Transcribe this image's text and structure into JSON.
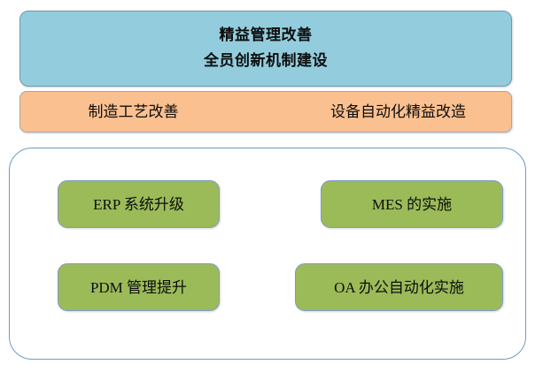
{
  "diagram": {
    "top_banner": {
      "color": "#93cddd",
      "lines": [
        {
          "text": "精益管理改善"
        },
        {
          "text": "全员创新机制建设"
        }
      ]
    },
    "second_banner": {
      "color": "#fac090",
      "items": [
        {
          "text": "制造工艺改善"
        },
        {
          "text": "设备自动化精益改造"
        }
      ]
    },
    "container": {
      "border_color": "#6f9ac1"
    },
    "projects": {
      "color": "#9bbb59",
      "items": [
        {
          "text": "ERP 系统升级"
        },
        {
          "text": "MES 的实施"
        },
        {
          "text": "PDM 管理提升"
        },
        {
          "text": "OA 办公自动化实施"
        }
      ]
    }
  }
}
